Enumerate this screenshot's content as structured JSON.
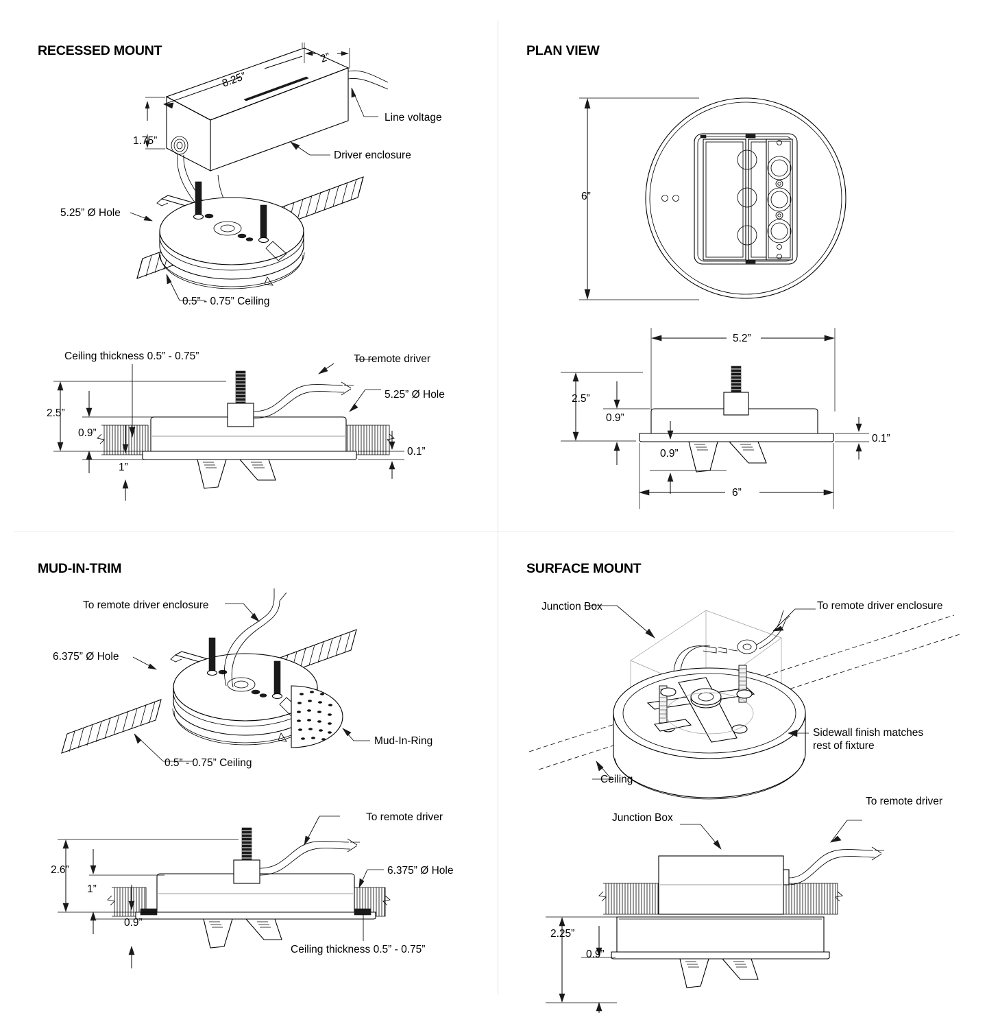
{
  "page": {
    "background": "#ffffff",
    "divider_color": "#e5e5e5",
    "line_color": "#000000"
  },
  "panels": {
    "recessed_mount": {
      "heading": "RECESSED MOUNT",
      "isometric": {
        "labels": [
          {
            "name": "length-dimension",
            "text": "8.25”"
          },
          {
            "name": "depth-dimension",
            "text": "2”"
          },
          {
            "name": "height-dimension",
            "text": "1.75”"
          },
          {
            "name": "line-voltage-callout",
            "text": "Line voltage"
          },
          {
            "name": "driver-enclosure-callout",
            "text": "Driver enclosure"
          },
          {
            "name": "hole-diameter-callout",
            "text": "5.25” Ø Hole"
          },
          {
            "name": "ceiling-callout",
            "text": "0.5” - 0.75” Ceiling"
          }
        ]
      },
      "section": {
        "labels": [
          {
            "name": "ceiling-thickness-callout",
            "text": "Ceiling thickness 0.5” - 0.75”"
          },
          {
            "name": "to-remote-driver-callout",
            "text": "To remote driver"
          },
          {
            "name": "hole-diameter-callout",
            "text": "5.25” Ø Hole"
          },
          {
            "name": "overall-height-dimension",
            "text": "2.5”"
          },
          {
            "name": "body-height-dimension",
            "text": "0.9”"
          },
          {
            "name": "plenum-depth-dimension",
            "text": "1”"
          },
          {
            "name": "trim-thickness-dimension",
            "text": "0.1”"
          }
        ]
      }
    },
    "plan_view": {
      "heading": "PLAN VIEW",
      "isometric": {
        "labels": [
          {
            "name": "diameter-dimension",
            "text": "6”"
          }
        ]
      },
      "section": {
        "labels": [
          {
            "name": "aperture-width-dimension",
            "text": "5.2”"
          },
          {
            "name": "overall-height-dimension",
            "text": "2.5”"
          },
          {
            "name": "housing-height-dimension",
            "text": "0.9”"
          },
          {
            "name": "lamp-drop-dimension",
            "text": "0.9”"
          },
          {
            "name": "trim-thickness-dimension",
            "text": "0.1”"
          },
          {
            "name": "overall-diameter-dimension",
            "text": "6”"
          }
        ]
      }
    },
    "mud_in_trim": {
      "heading": "MUD-IN-TRIM",
      "isometric": {
        "labels": [
          {
            "name": "to-remote-driver-enclosure-callout",
            "text": "To remote driver enclosure"
          },
          {
            "name": "hole-diameter-callout",
            "text": "6.375” Ø Hole"
          },
          {
            "name": "mud-in-ring-callout",
            "text": "Mud-In-Ring"
          },
          {
            "name": "ceiling-callout",
            "text": "0.5” - 0.75” Ceiling"
          }
        ]
      },
      "section": {
        "labels": [
          {
            "name": "to-remote-driver-callout",
            "text": "To remote driver"
          },
          {
            "name": "hole-diameter-callout",
            "text": "6.375” Ø Hole"
          },
          {
            "name": "overall-height-dimension",
            "text": "2.6”"
          },
          {
            "name": "plenum-depth-dimension",
            "text": "1”"
          },
          {
            "name": "lamp-drop-dimension",
            "text": "0.9”"
          },
          {
            "name": "ceiling-thickness-callout",
            "text": "Ceiling thickness 0.5” - 0.75”"
          }
        ]
      }
    },
    "surface_mount": {
      "heading": "SURFACE MOUNT",
      "isometric": {
        "labels": [
          {
            "name": "junction-box-callout",
            "text": "Junction Box"
          },
          {
            "name": "to-remote-driver-enclosure-callout",
            "text": "To remote driver enclosure"
          },
          {
            "name": "sidewall-finish-callout-line1",
            "text": "Sidewall finish matches"
          },
          {
            "name": "sidewall-finish-callout-line2",
            "text": "rest of fixture"
          },
          {
            "name": "ceiling-callout",
            "text": "Ceiling"
          }
        ]
      },
      "section": {
        "labels": [
          {
            "name": "junction-box-callout",
            "text": "Junction Box"
          },
          {
            "name": "to-remote-driver-callout",
            "text": "To remote driver"
          },
          {
            "name": "overall-height-dimension",
            "text": "2.25”"
          },
          {
            "name": "fixture-height-dimension",
            "text": "0.9”"
          }
        ]
      }
    }
  }
}
